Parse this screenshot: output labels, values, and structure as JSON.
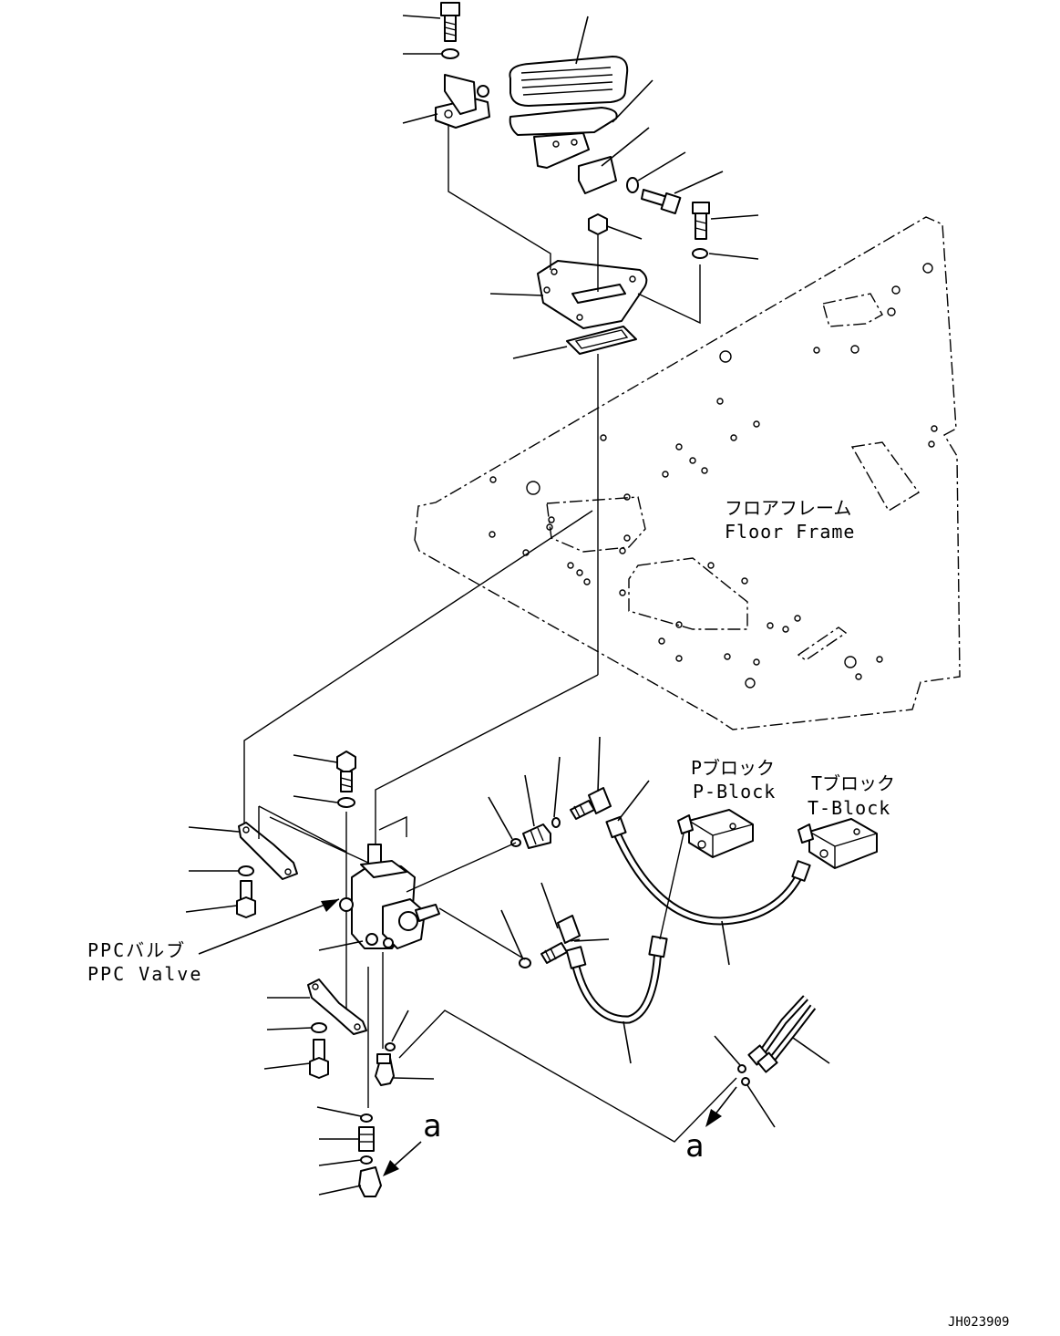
{
  "labels": {
    "floor_frame_jp": "フロアフレーム",
    "floor_frame_en": "Floor Frame",
    "p_block_jp": "Pブロック",
    "p_block_en": "P-Block",
    "t_block_jp": "Tブロック",
    "t_block_en": "T-Block",
    "ppc_valve_jp": "PPCバルブ",
    "ppc_valve_en": "PPC Valve",
    "view_marker_1": "a",
    "view_marker_2": "a",
    "drawing_number": "JH023909"
  }
}
